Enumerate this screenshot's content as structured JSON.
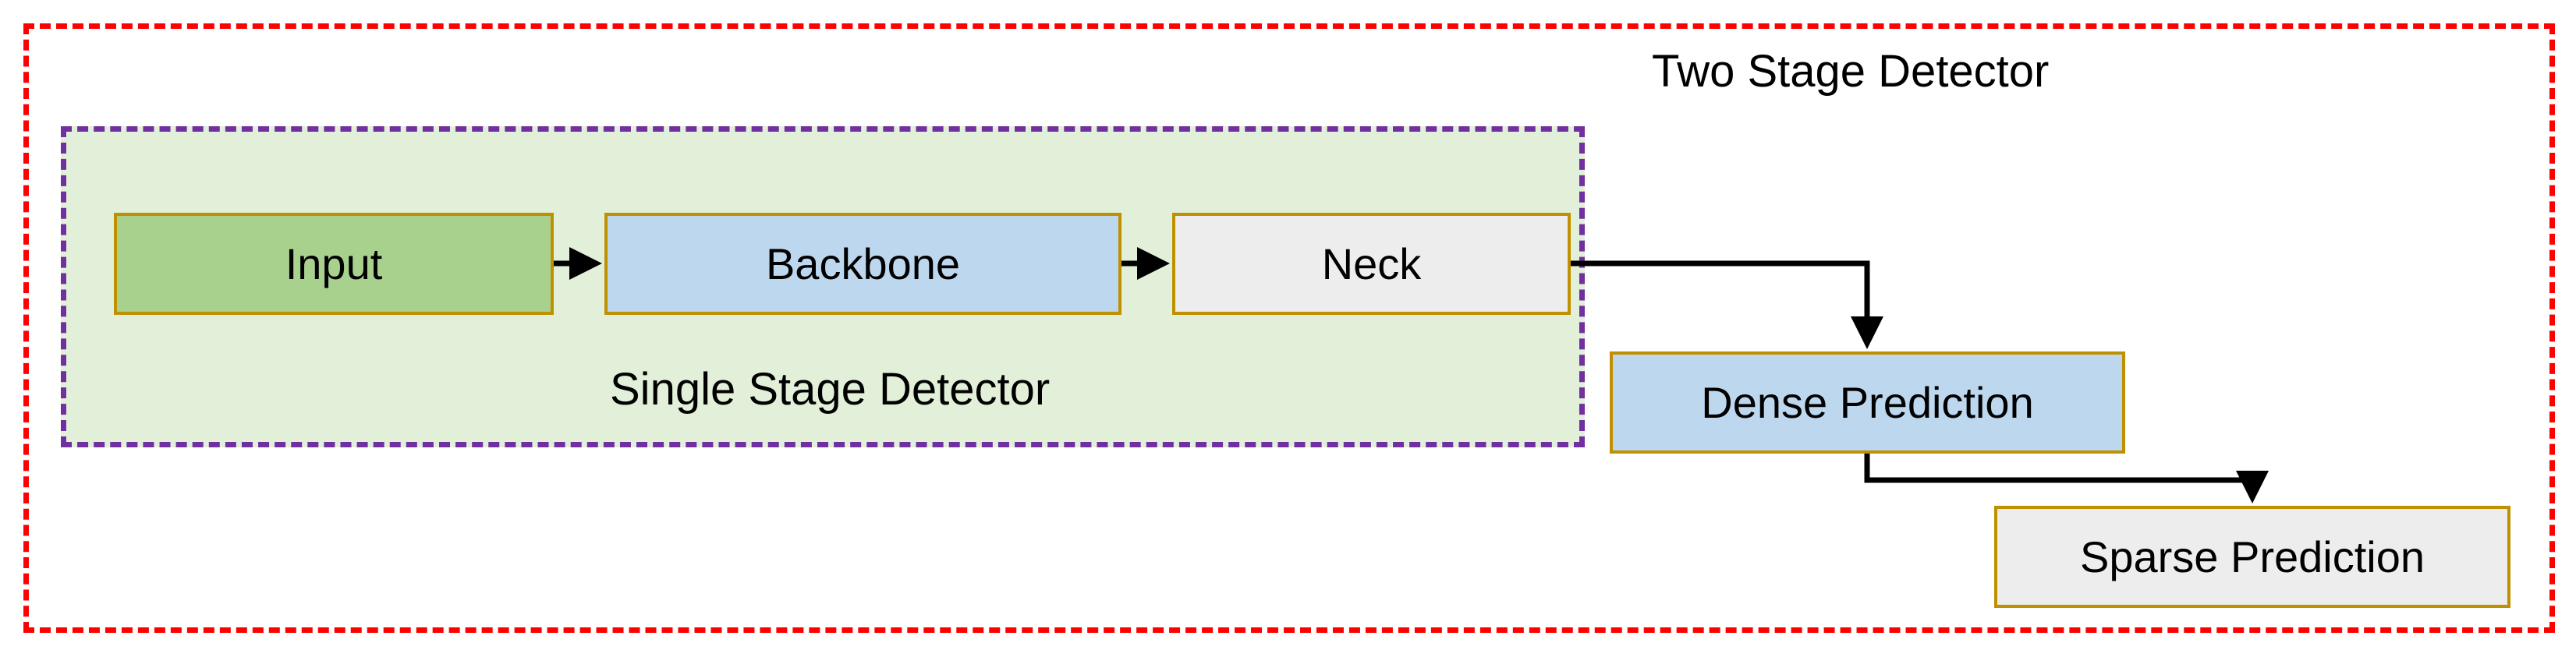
{
  "labels": {
    "two_stage": "Two Stage Detector",
    "single_stage": "Single Stage Detector"
  },
  "nodes": {
    "input": "Input",
    "backbone": "Backbone",
    "neck": "Neck",
    "dense_prediction": "Dense Prediction",
    "sparse_prediction": "Sparse Prediction"
  },
  "colors": {
    "two_stage_border": "#ff0000",
    "single_stage_border": "#7030a0",
    "single_stage_fill": "#e2f0d9",
    "box_border": "#bf9000",
    "input_fill": "#a9d18e",
    "blue_fill": "#bdd7ee",
    "gray_fill": "#ededed"
  },
  "edges": [
    {
      "from": "input",
      "to": "backbone"
    },
    {
      "from": "backbone",
      "to": "neck"
    },
    {
      "from": "neck",
      "to": "dense_prediction"
    },
    {
      "from": "dense_prediction",
      "to": "sparse_prediction"
    }
  ]
}
